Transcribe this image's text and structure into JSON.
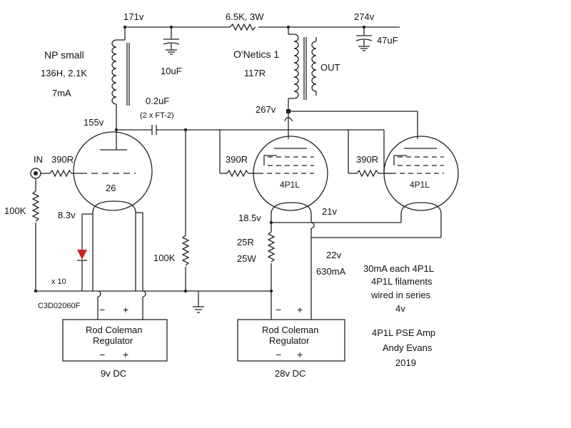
{
  "voltages": {
    "v171": "171v",
    "v274": "274v",
    "v155": "155v",
    "v267": "267v",
    "v8_3": "8.3v",
    "v18_5": "18.5v",
    "v21": "21v",
    "v22": "22v"
  },
  "components": {
    "r_6k5": "6.5K, 3W",
    "c_10uf": "10uF",
    "c_47uf": "47uF",
    "choke_name": "NP small",
    "choke_spec": "136H, 2.1K",
    "choke_current": "7mA",
    "ot_name": "O'Netics 1",
    "ot_resistance": "117R",
    "ot_out": "OUT",
    "c_coupling": "0.2uF",
    "c_coupling_note": "(2 x FT-2)",
    "in_label": "IN",
    "r_grid1": "390R",
    "r_grid2": "390R",
    "r_grid3": "390R",
    "tube1": "26",
    "tube2": "4P1L",
    "tube3": "4P1L",
    "r_input": "100K",
    "r_grid_leak": "100K",
    "r_cathode": "25R",
    "r_cathode_w": "25W",
    "current_630": "630mA",
    "diode_count": "x 10",
    "diode_part": "C3D02060F"
  },
  "regulators": [
    {
      "title_line1": "Rod Coleman",
      "title_line2": "Regulator",
      "supply": "9v DC"
    },
    {
      "title_line1": "Rod Coleman",
      "title_line2": "Regulator",
      "supply": "28v DC"
    }
  ],
  "signs": {
    "minus": "−",
    "plus": "+"
  },
  "notes": {
    "line1": "30mA each 4P1L",
    "line2": "4P1L filaments",
    "line3": "wired in series",
    "line4": "4v",
    "title": "4P1L PSE Amp",
    "author": "Andy Evans",
    "year": "2019"
  }
}
